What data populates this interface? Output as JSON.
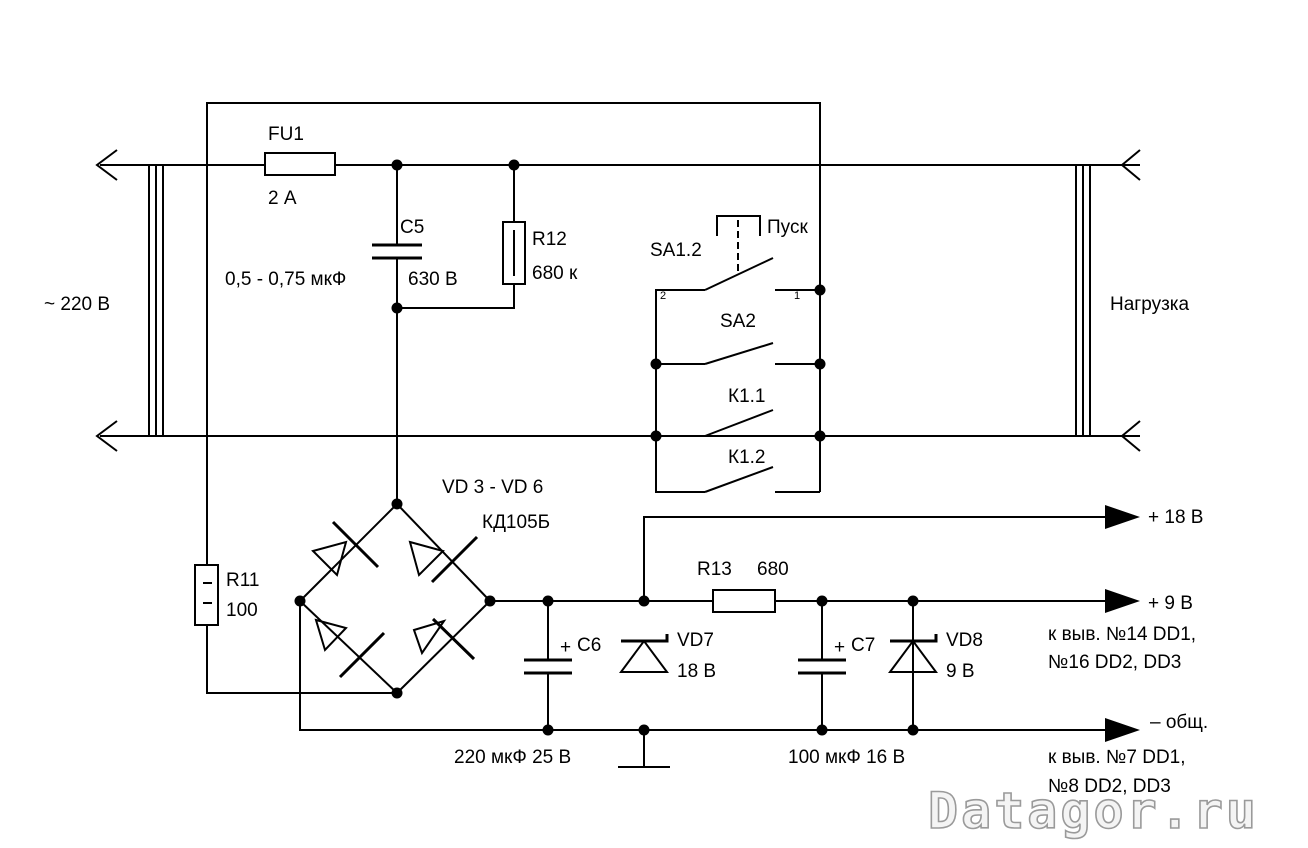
{
  "labels": {
    "mains": "~ 220 В",
    "load": "Нагрузка",
    "fu1": "FU1",
    "fu1_value": "2 А",
    "c5": "C5",
    "c5_value": "0,5 - 0,75 мкФ",
    "c5_voltage": "630 В",
    "r12": "R12",
    "r12_value": "680 к",
    "sa12": "SA1.2",
    "pusk": "Пуск",
    "pin2": "2",
    "pin1": "1",
    "sa2": "SA2",
    "k11": "К1.1",
    "k12": "К1.2",
    "vd_bridge": "VD 3 - VD 6",
    "vd_bridge_type": "КД105Б",
    "r11": "R11",
    "r11_value": "100",
    "c6": "C6",
    "plus_c6": "+",
    "c6_value": "220 мкФ 25 В",
    "vd7": "VD7",
    "vd7_value": "18 В",
    "r13": "R13",
    "r13_value": "680",
    "c7": "C7",
    "plus_c7": "+",
    "c7_value": "100 мкФ 16 В",
    "vd8": "VD8",
    "vd8_value": "9 В",
    "out18": "+ 18 В",
    "out9": "+ 9 В",
    "out9_note1": "к выв. №14 DD1,",
    "out9_note2": "№16 DD2, DD3",
    "outgnd": "– общ.",
    "gnd_note1": "к выв. №7 DD1,",
    "gnd_note2": "№8 DD2, DD3"
  },
  "watermark": "Datagor.ru",
  "colors": {
    "ink": "#000000",
    "background": "#ffffff",
    "watermark_outline": "#9a9a9a"
  }
}
